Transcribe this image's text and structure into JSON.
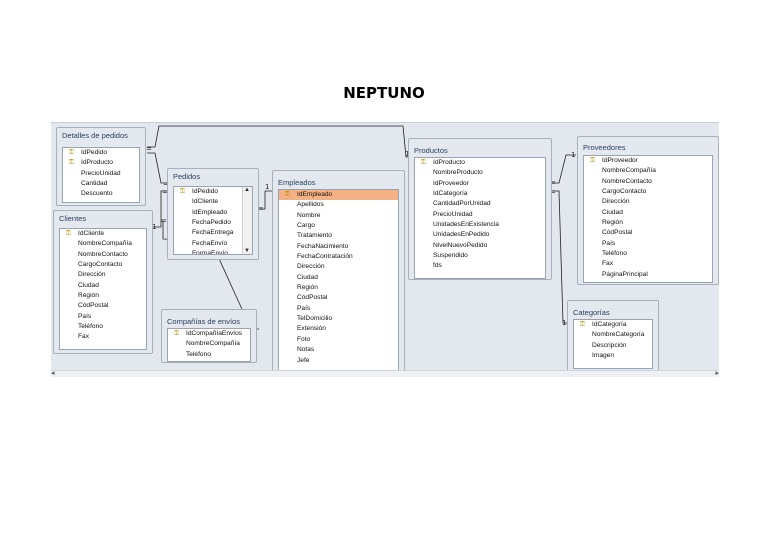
{
  "title": "NEPTUNO",
  "tables": {
    "detalles": {
      "name": "Detalles de pedidos",
      "fields": [
        {
          "label": "IdPedido",
          "key": true
        },
        {
          "label": "IdProducto",
          "key": true
        },
        {
          "label": "PrecioUnidad"
        },
        {
          "label": "Cantidad"
        },
        {
          "label": "Descuento"
        }
      ]
    },
    "clientes": {
      "name": "Clientes",
      "fields": [
        {
          "label": "IdCliente",
          "key": true
        },
        {
          "label": "NombreCompañía"
        },
        {
          "label": "NombreContacto"
        },
        {
          "label": "CargoContacto"
        },
        {
          "label": "Dirección"
        },
        {
          "label": "Ciudad"
        },
        {
          "label": "Región"
        },
        {
          "label": "CódPostal"
        },
        {
          "label": "País"
        },
        {
          "label": "Teléfono"
        },
        {
          "label": "Fax"
        }
      ]
    },
    "pedidos": {
      "name": "Pedidos",
      "fields": [
        {
          "label": "IdPedido",
          "key": true
        },
        {
          "label": "IdCliente"
        },
        {
          "label": "IdEmpleado"
        },
        {
          "label": "FechaPedido"
        },
        {
          "label": "FechaEntrega"
        },
        {
          "label": "FechaEnvío"
        },
        {
          "label": "FormaEnvío"
        }
      ]
    },
    "empleados": {
      "name": "Empleados",
      "fields": [
        {
          "label": "IdEmpleado",
          "key": true,
          "selected": true
        },
        {
          "label": "Apellidos"
        },
        {
          "label": "Nombre"
        },
        {
          "label": "Cargo"
        },
        {
          "label": "Tratamiento"
        },
        {
          "label": "FechaNacimiento"
        },
        {
          "label": "FechaContratación"
        },
        {
          "label": "Dirección"
        },
        {
          "label": "Ciudad"
        },
        {
          "label": "Región"
        },
        {
          "label": "CódPostal"
        },
        {
          "label": "País"
        },
        {
          "label": "TelDomicilio"
        },
        {
          "label": "Extensión"
        },
        {
          "label": "Foto"
        },
        {
          "label": "Notas"
        },
        {
          "label": "Jefe"
        }
      ]
    },
    "companias": {
      "name": "Compañías de envíos",
      "fields": [
        {
          "label": "IdCompañíaEnvíos",
          "key": true
        },
        {
          "label": "NombreCompañía"
        },
        {
          "label": "Teléfono"
        }
      ]
    },
    "productos": {
      "name": "Productos",
      "fields": [
        {
          "label": "IdProducto",
          "key": true
        },
        {
          "label": "NombreProducto"
        },
        {
          "label": "IdProveedor"
        },
        {
          "label": "IdCategoría"
        },
        {
          "label": "CantidadPorUnidad"
        },
        {
          "label": "PrecioUnidad"
        },
        {
          "label": "UnidadesEnExistencia"
        },
        {
          "label": "UnidadesEnPedido"
        },
        {
          "label": "NivelNuevoPedido"
        },
        {
          "label": "Suspendido"
        },
        {
          "label": "fds"
        }
      ]
    },
    "proveedores": {
      "name": "Proveedores",
      "fields": [
        {
          "label": "IdProveedor",
          "key": true
        },
        {
          "label": "NombreCompañía"
        },
        {
          "label": "NombreContacto"
        },
        {
          "label": "CargoContacto"
        },
        {
          "label": "Dirección"
        },
        {
          "label": "Ciudad"
        },
        {
          "label": "Región"
        },
        {
          "label": "CódPostal"
        },
        {
          "label": "País"
        },
        {
          "label": "Teléfono"
        },
        {
          "label": "Fax"
        },
        {
          "label": "PáginaPrincipal"
        }
      ]
    },
    "categorias": {
      "name": "Categorías",
      "fields": [
        {
          "label": "IdCategoría",
          "key": true
        },
        {
          "label": "NombreCategoría"
        },
        {
          "label": "Descripción"
        },
        {
          "label": "Imagen"
        }
      ]
    }
  },
  "icons": {
    "key": "key-icon",
    "scroll_up": "scroll-up-icon",
    "scroll_down": "scroll-down-icon"
  },
  "colors": {
    "selected_field": "#f4b183",
    "canvas": "#e3e7ee",
    "relationship_line": "#222222"
  }
}
